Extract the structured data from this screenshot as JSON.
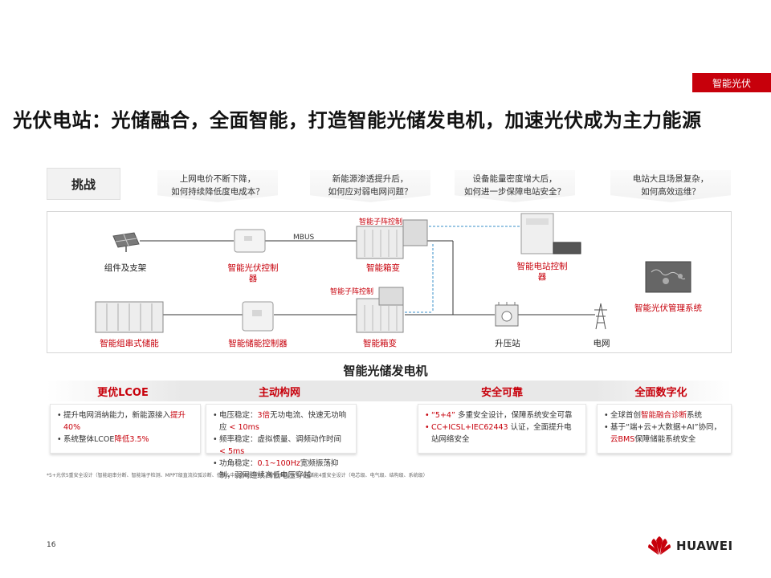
{
  "tag": "智能光伏",
  "title": "光伏电站：光储融合，全面智能，打造智能光储发电机，加速光伏成为主力能源",
  "challenge_label": "挑战",
  "challenges": [
    "上网电价不断下降，\n如何持续降低度电成本？",
    "新能源渗透提升后，\n如何应对弱电网问题？",
    "设备能量密度增大后，\n如何进一步保障电站安全？",
    "电站大且场景复杂，\n如何高效运维？"
  ],
  "diagram": {
    "module": "组件及支架",
    "pv_controller": "智能光伏控制\n器",
    "mbus": "MBUS",
    "subarray_ctrl_1": "智能子阵控制",
    "transformer_1": "智能箱变",
    "plant_controller": "智能电站控制\n器",
    "subarray_ctrl_2": "智能子阵控制",
    "management_system": "智能光伏管理系统",
    "storage": "智能组串式储能",
    "storage_controller": "智能储能控制器",
    "transformer_2": "智能箱变",
    "booster": "升压站",
    "grid": "电网"
  },
  "generator_title": "智能光储发电机",
  "columns": [
    {
      "head": "更优LCOE"
    },
    {
      "head": "主动构网"
    },
    {
      "head": "安全可靠"
    },
    {
      "head": "全面数字化"
    }
  ],
  "cards": {
    "c1_l1_a": "提升电网消纳能力，新能源接入",
    "c1_l1_b": "提升",
    "c1_l1_c": "40%",
    "c1_l2_a": "系统整体LCOE",
    "c1_l2_b": "降低3.5%",
    "c2_l1_a": "电压稳定：",
    "c2_l1_b": "3倍",
    "c2_l1_c": "无功电流、快速无功响应 ",
    "c2_l1_d": "< 10ms",
    "c2_l2_a": "频率稳定：虚拟惯量、调频动作时间 ",
    "c2_l2_b": "< 5ms",
    "c2_l3_a": "功角稳定：",
    "c2_l3_b": "0.1~100Hz",
    "c2_l3_c": "宽频振荡抑制，弱网连续高低电压穿越",
    "c3_l1_a": "“5+4”",
    "c3_l1_b": "多重安全设计，保障系统安全可靠",
    "c3_l2_a": "CC+ICSL+IEC62443",
    "c3_l2_b": "认证，全面提升电站网络安全",
    "c4_l1_a": "全球首创",
    "c4_l1_b": "智能融合诊断",
    "c4_l1_c": "系统",
    "c4_l2": "基于“端+云+大数据+AI”协同，",
    "c4_l3_a": "云BMS",
    "c4_l3_b": "保障储能系统安全"
  },
  "footnote": "*5+光伏5重安全设计（智能组串分断、智能端子检测、MPPT级直流拉弧诊断、低压&中压内部阻防护、智能IMD防护）4+储能4重安全设计（电芯级、电气级、结构级、系统级）",
  "page_number": "16",
  "logo_text": "HUAWEI"
}
